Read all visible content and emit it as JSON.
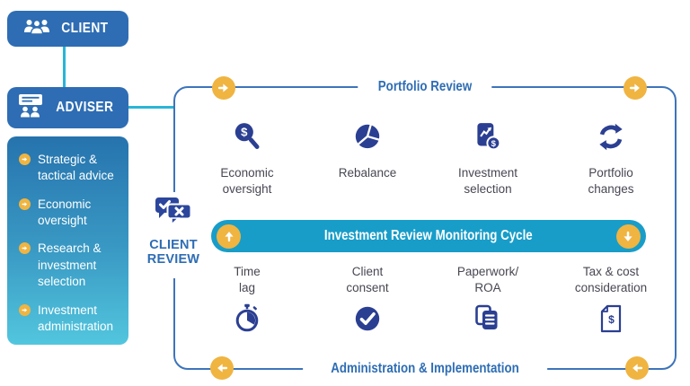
{
  "left_column": {
    "client_box": {
      "label": "CLIENT",
      "icon": "people-group-icon"
    },
    "adviser_box": {
      "label": "ADVISER",
      "icon": "presentation-board-icon"
    },
    "services": {
      "bullet_icon": "arrow-right-circle-icon",
      "items": [
        {
          "label": "Strategic &\ntactical advice"
        },
        {
          "label": "Economic\noversight"
        },
        {
          "label": "Research &\ninvestment\nselection"
        },
        {
          "label": "Investment\nadministration"
        }
      ]
    }
  },
  "client_review": {
    "label": "CLIENT\nREVIEW",
    "icon": "speech-bubbles-check-x-icon"
  },
  "panel": {
    "top_label": "Portfolio Review",
    "bottom_label": "Administration & Implementation",
    "banner": {
      "label": "Investment Review Monitoring Cycle",
      "left_icon": "arrow-up-circle-icon",
      "right_icon": "arrow-down-circle-icon"
    },
    "top_rail_icons": [
      "arrow-right-circle-icon",
      "arrow-right-circle-icon"
    ],
    "bottom_rail_icons": [
      "arrow-left-circle-icon",
      "arrow-left-circle-icon"
    ],
    "top_row": [
      {
        "label": "Economic\noversight",
        "icon": "magnifier-dollar-icon"
      },
      {
        "label": "Rebalance",
        "icon": "pie-chart-icon"
      },
      {
        "label": "Investment\nselection",
        "icon": "investment-card-icon"
      },
      {
        "label": "Portfolio\nchanges",
        "icon": "cycle-arrows-icon"
      }
    ],
    "bottom_row": [
      {
        "label": "Time\nlag",
        "icon": "stopwatch-icon"
      },
      {
        "label": "Client\nconsent",
        "icon": "check-circle-icon"
      },
      {
        "label": "Paperwork/\nROA",
        "icon": "documents-icon"
      },
      {
        "label": "Tax & cost\nconsideration",
        "icon": "receipt-dollar-icon"
      }
    ]
  },
  "colors": {
    "box_blue": "#2e6db4",
    "panel_border": "#3d74ba",
    "icon_navy": "#2b3f92",
    "connector_teal": "#2ab5d6",
    "banner_teal": "#189dc9",
    "accent_yellow": "#f0b441",
    "label_text": "#474753",
    "sidebar_gradient_top": "#2673ae",
    "sidebar_gradient_bottom": "#52c6de"
  }
}
